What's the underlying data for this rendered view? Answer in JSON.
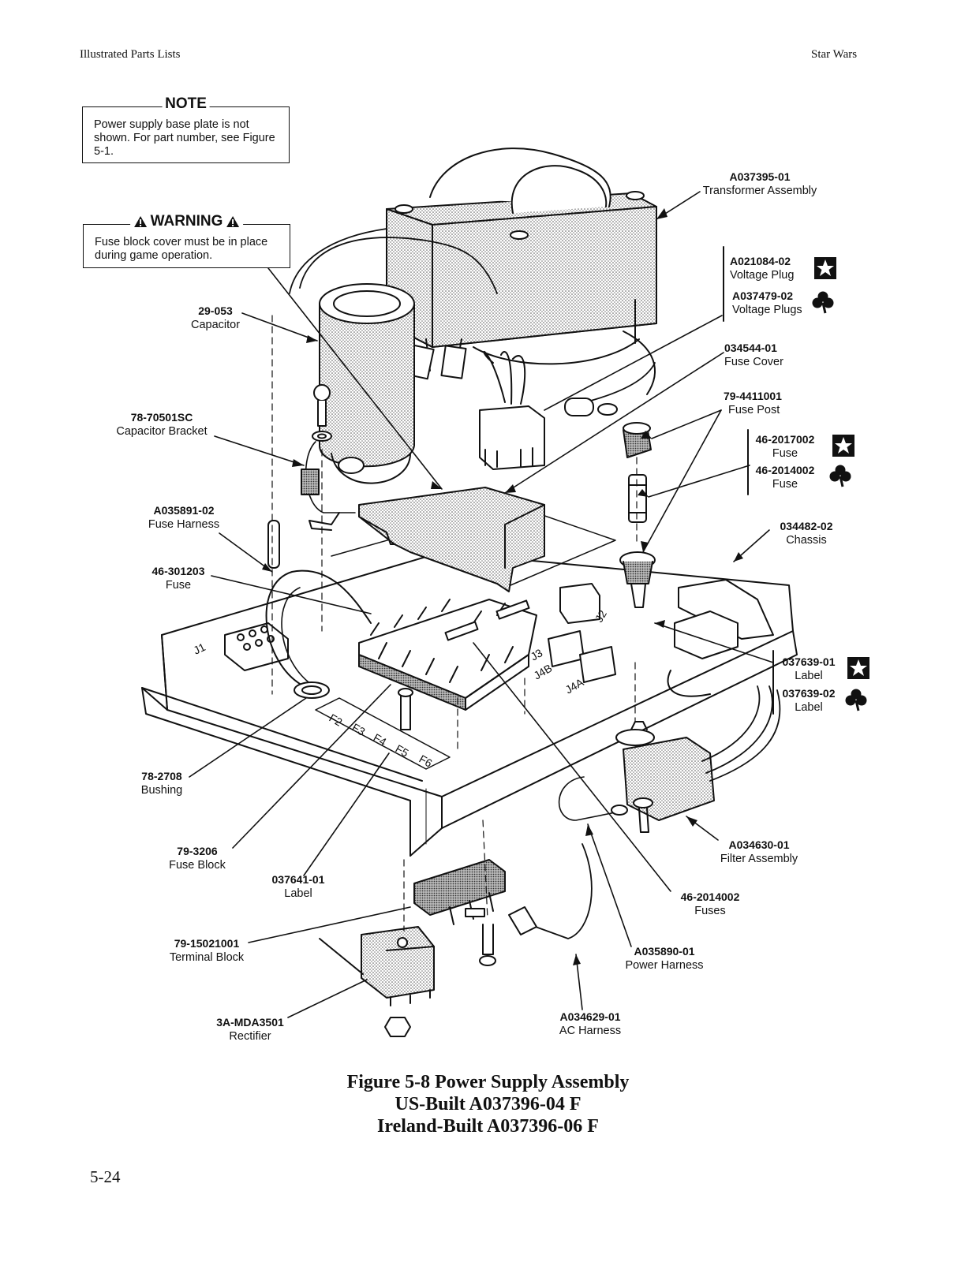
{
  "header": {
    "left": "Illustrated Parts Lists",
    "right": "Star Wars"
  },
  "note": {
    "title": "NOTE",
    "text": "Power supply base plate is not shown. For part number, see Figure 5-1."
  },
  "warning": {
    "title": "WARNING",
    "text": "Fuse block cover must be in place during game operation."
  },
  "callouts": {
    "transformer": {
      "pn": "A037395-01",
      "desc": "Transformer Assembly"
    },
    "voltage_plug": {
      "pn": "A021084-02",
      "desc": "Voltage Plug"
    },
    "voltage_plugs": {
      "pn": "A037479-02",
      "desc": "Voltage Plugs"
    },
    "fuse_cover": {
      "pn": "034544-01",
      "desc": "Fuse Cover"
    },
    "fuse_post": {
      "pn": "79-4411001",
      "desc": "Fuse Post"
    },
    "fuse_us": {
      "pn": "46-2017002",
      "desc": "Fuse"
    },
    "fuse_ie": {
      "pn": "46-2014002",
      "desc": "Fuse"
    },
    "chassis": {
      "pn": "034482-02",
      "desc": "Chassis"
    },
    "label_us": {
      "pn": "037639-01",
      "desc": "Label"
    },
    "label_ie": {
      "pn": "037639-02",
      "desc": "Label"
    },
    "filter": {
      "pn": "A034630-01",
      "desc": "Filter Assembly"
    },
    "fuses": {
      "pn": "46-2014002",
      "desc": "Fuses"
    },
    "power_harness": {
      "pn": "A035890-01",
      "desc": "Power Harness"
    },
    "ac_harness": {
      "pn": "A034629-01",
      "desc": "AC Harness"
    },
    "capacitor": {
      "pn": "29-053",
      "desc": "Capacitor"
    },
    "capacitor_bracket": {
      "pn": "78-70501SC",
      "desc": "Capacitor Bracket"
    },
    "fuse_harness": {
      "pn": "A035891-02",
      "desc": "Fuse Harness"
    },
    "fuse_small": {
      "pn": "46-301203",
      "desc": "Fuse"
    },
    "bushing": {
      "pn": "78-2708",
      "desc": "Bushing"
    },
    "fuse_block": {
      "pn": "79-3206",
      "desc": "Fuse Block"
    },
    "label_block": {
      "pn": "037641-01",
      "desc": "Label"
    },
    "terminal_block": {
      "pn": "79-15021001",
      "desc": "Terminal Block"
    },
    "rectifier": {
      "pn": "3A-MDA3501",
      "desc": "Rectifier"
    }
  },
  "diagram_labels": {
    "f2": "F2",
    "f3": "F3",
    "f4": "F4",
    "f5": "F5",
    "f6": "F6",
    "j1": "J1",
    "j2": "J2",
    "j3": "J3",
    "j4a": "J4A",
    "j4b": "J4B"
  },
  "caption": {
    "line1": "Figure 5-8  Power Supply Assembly",
    "line2": "US-Built  A037396-04   F",
    "line3": "Ireland-Built  A037396-06   F"
  },
  "page_number": "5-24",
  "icons": {
    "us_built": "star-badge-icon",
    "ireland_built": "shamrock-icon"
  }
}
